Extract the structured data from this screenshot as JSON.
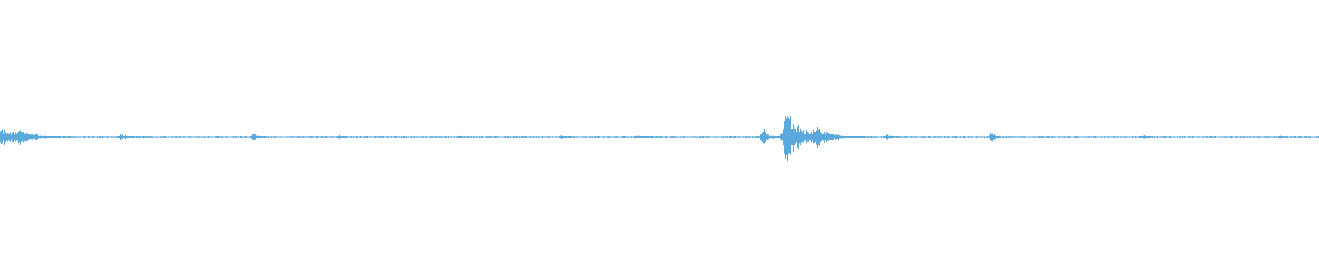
{
  "waveform": {
    "color": "#5aa9dc",
    "background": "#ffffff",
    "bursts": [
      {
        "position": 0.0,
        "amplitude": 0.07,
        "spread": 0.012
      },
      {
        "position": 0.015,
        "amplitude": 0.035,
        "spread": 0.01
      },
      {
        "position": 0.092,
        "amplitude": 0.02,
        "spread": 0.006
      },
      {
        "position": 0.192,
        "amplitude": 0.025,
        "spread": 0.004
      },
      {
        "position": 0.257,
        "amplitude": 0.012,
        "spread": 0.004
      },
      {
        "position": 0.348,
        "amplitude": 0.01,
        "spread": 0.004
      },
      {
        "position": 0.425,
        "amplitude": 0.012,
        "spread": 0.004
      },
      {
        "position": 0.483,
        "amplitude": 0.012,
        "spread": 0.006
      },
      {
        "position": 0.578,
        "amplitude": 0.07,
        "spread": 0.004
      },
      {
        "position": 0.597,
        "amplitude": 0.2,
        "spread": 0.01
      },
      {
        "position": 0.62,
        "amplitude": 0.05,
        "spread": 0.012
      },
      {
        "position": 0.672,
        "amplitude": 0.02,
        "spread": 0.004
      },
      {
        "position": 0.751,
        "amplitude": 0.045,
        "spread": 0.003
      },
      {
        "position": 0.866,
        "amplitude": 0.015,
        "spread": 0.004
      },
      {
        "position": 0.97,
        "amplitude": 0.01,
        "spread": 0.004
      }
    ],
    "baseline_amplitude": 0.004
  }
}
